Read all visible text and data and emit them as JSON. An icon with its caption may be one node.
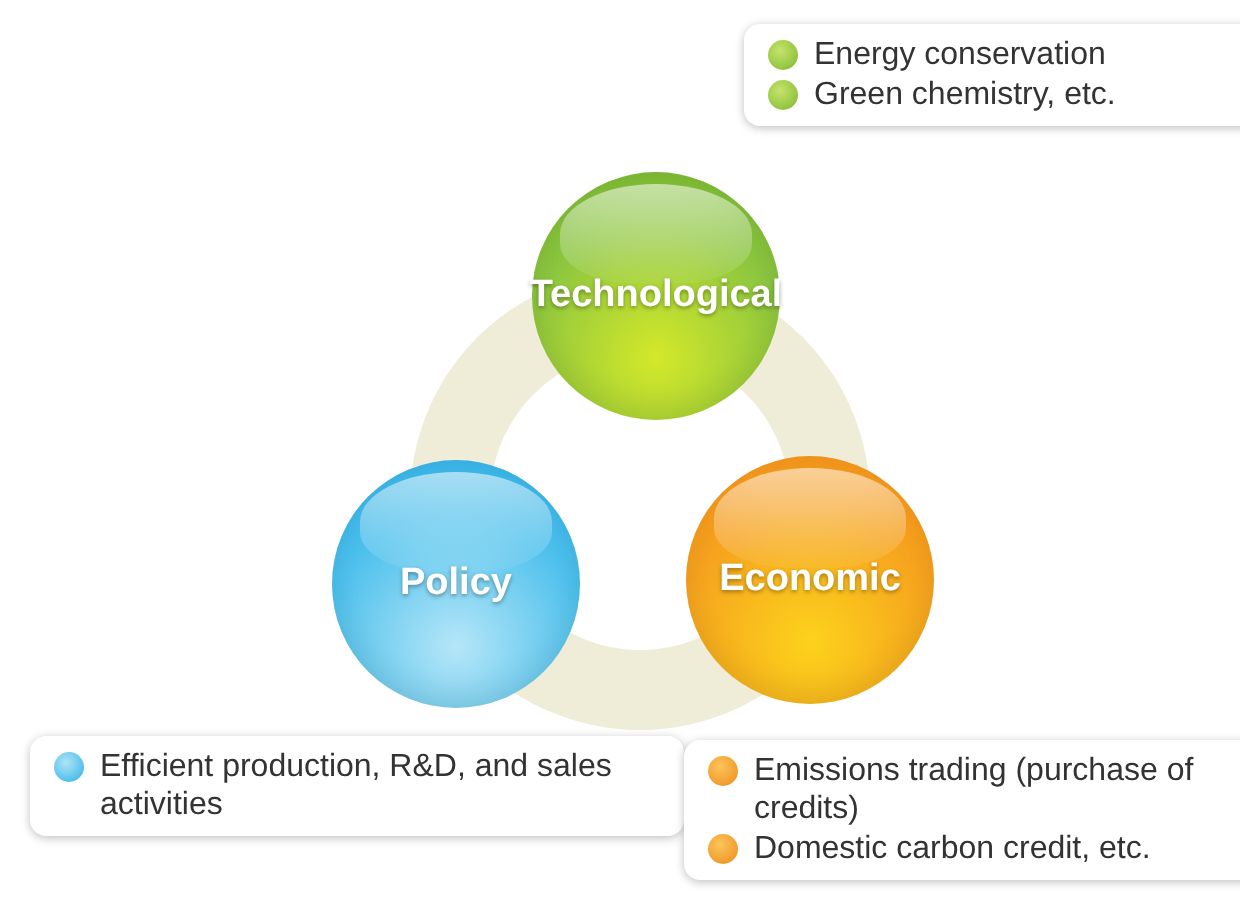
{
  "diagram": {
    "nodes": [
      {
        "text": [
          "Technological"
        ]
      },
      {
        "text": [
          "Policy"
        ]
      },
      {
        "text": [
          "Economic"
        ]
      },
      {
        "text": [
          "Energy conservation",
          "Green chemistry, etc."
        ]
      },
      {
        "text": [
          "Efficient production, R&D, and sales activities"
        ]
      },
      {
        "text": [
          "Emissions trading (purchase of credits)",
          "Domestic carbon credit, etc."
        ]
      }
    ]
  }
}
